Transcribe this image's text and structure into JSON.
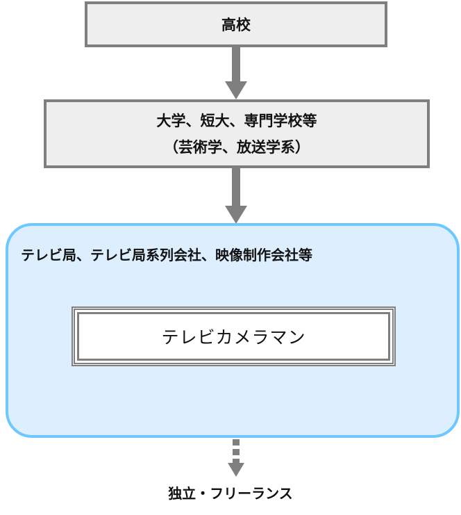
{
  "diagram": {
    "steps": {
      "highschool": "高校",
      "university_line1": "大学、短大、専門学校等",
      "university_line2": "（芸術学、放送学系）"
    },
    "workplace": {
      "label": "テレビ局、テレビ局系列会社、映像制作会社等",
      "job_title": "テレビカメラマン"
    },
    "next_step": "独立・フリーランス"
  },
  "colors": {
    "box_fill": "#eeeeee",
    "box_border": "#7f7f7f",
    "panel_fill": "#ddeeff",
    "panel_border": "#6ec8ff",
    "arrow": "#7f7f7f"
  }
}
